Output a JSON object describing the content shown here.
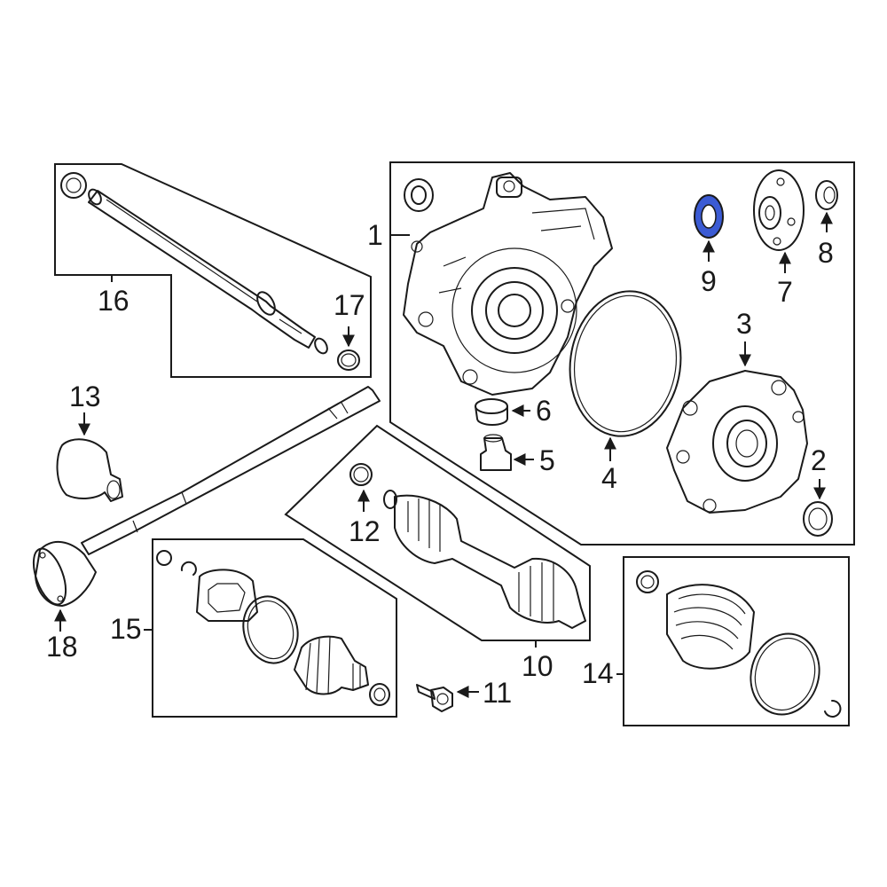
{
  "colors": {
    "line": "#1a1a1a",
    "highlight": "#3b5bd4",
    "background": "#ffffff"
  },
  "callouts": {
    "c1": "1",
    "c2": "2",
    "c3": "3",
    "c4": "4",
    "c5": "5",
    "c6": "6",
    "c7": "7",
    "c8": "8",
    "c9": "9",
    "c10": "10",
    "c11": "11",
    "c12": "12",
    "c13": "13",
    "c14": "14",
    "c15": "15",
    "c16": "16",
    "c17": "17",
    "c18": "18"
  },
  "highlighted_part": "9"
}
